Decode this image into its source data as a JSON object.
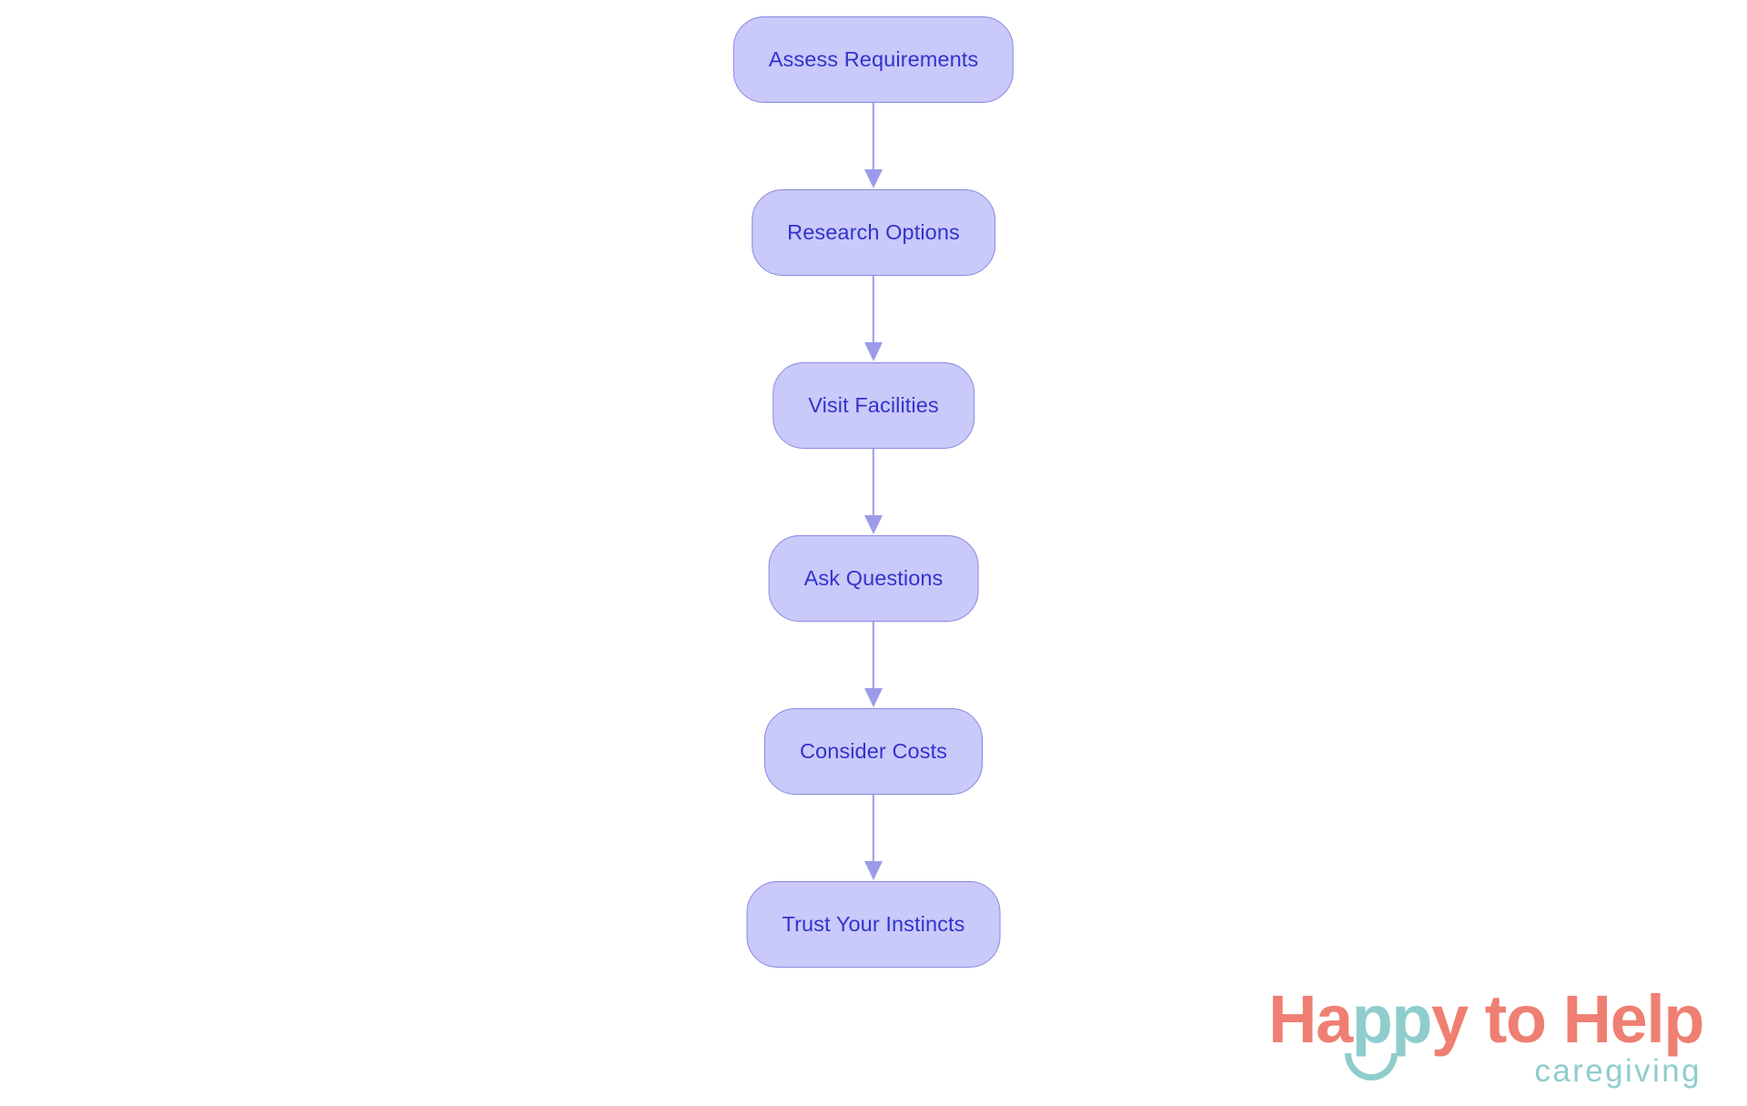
{
  "chart_data": {
    "type": "diagram",
    "diagram_type": "flowchart",
    "orientation": "top-to-bottom",
    "title": "",
    "nodes": [
      {
        "id": "n0",
        "label": "Assess Requirements",
        "shape": "stadium"
      },
      {
        "id": "n1",
        "label": "Research Options",
        "shape": "stadium"
      },
      {
        "id": "n2",
        "label": "Visit Facilities",
        "shape": "stadium"
      },
      {
        "id": "n3",
        "label": "Ask Questions",
        "shape": "stadium"
      },
      {
        "id": "n4",
        "label": "Consider Costs",
        "shape": "stadium"
      },
      {
        "id": "n5",
        "label": "Trust Your Instincts",
        "shape": "stadium"
      }
    ],
    "edges": [
      {
        "from": "n0",
        "to": "n1",
        "label": "",
        "arrow": "down"
      },
      {
        "from": "n1",
        "to": "n2",
        "label": "",
        "arrow": "down"
      },
      {
        "from": "n2",
        "to": "n3",
        "label": "",
        "arrow": "down"
      },
      {
        "from": "n3",
        "to": "n4",
        "label": "",
        "arrow": "down"
      },
      {
        "from": "n4",
        "to": "n5",
        "label": "",
        "arrow": "down"
      }
    ],
    "colors": {
      "background": "#ffffff",
      "node_fill": "#c9c9fa",
      "node_border": "#8a88e0",
      "node_text": "#3333cc",
      "edge": "#9b9be9"
    }
  },
  "logo": {
    "word_happy_ha": "Ha",
    "word_happy_pp": "pp",
    "word_happy_y": "y",
    "word_to_help": " to Help",
    "subtitle": "caregiving",
    "coral": "#ef7f72",
    "teal": "#8fcdcd"
  }
}
